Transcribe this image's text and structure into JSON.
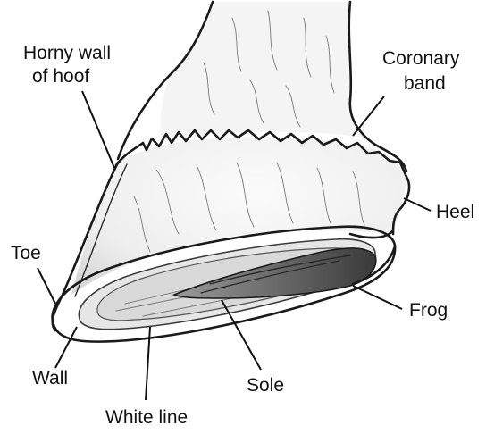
{
  "labels": {
    "horny_wall_line1": "Horny wall",
    "horny_wall_line2": "of hoof",
    "coronary_line1": "Coronary",
    "coronary_line2": "band",
    "heel": "Heel",
    "toe": "Toe",
    "frog": "Frog",
    "wall": "Wall",
    "sole": "Sole",
    "white_line": "White line"
  }
}
